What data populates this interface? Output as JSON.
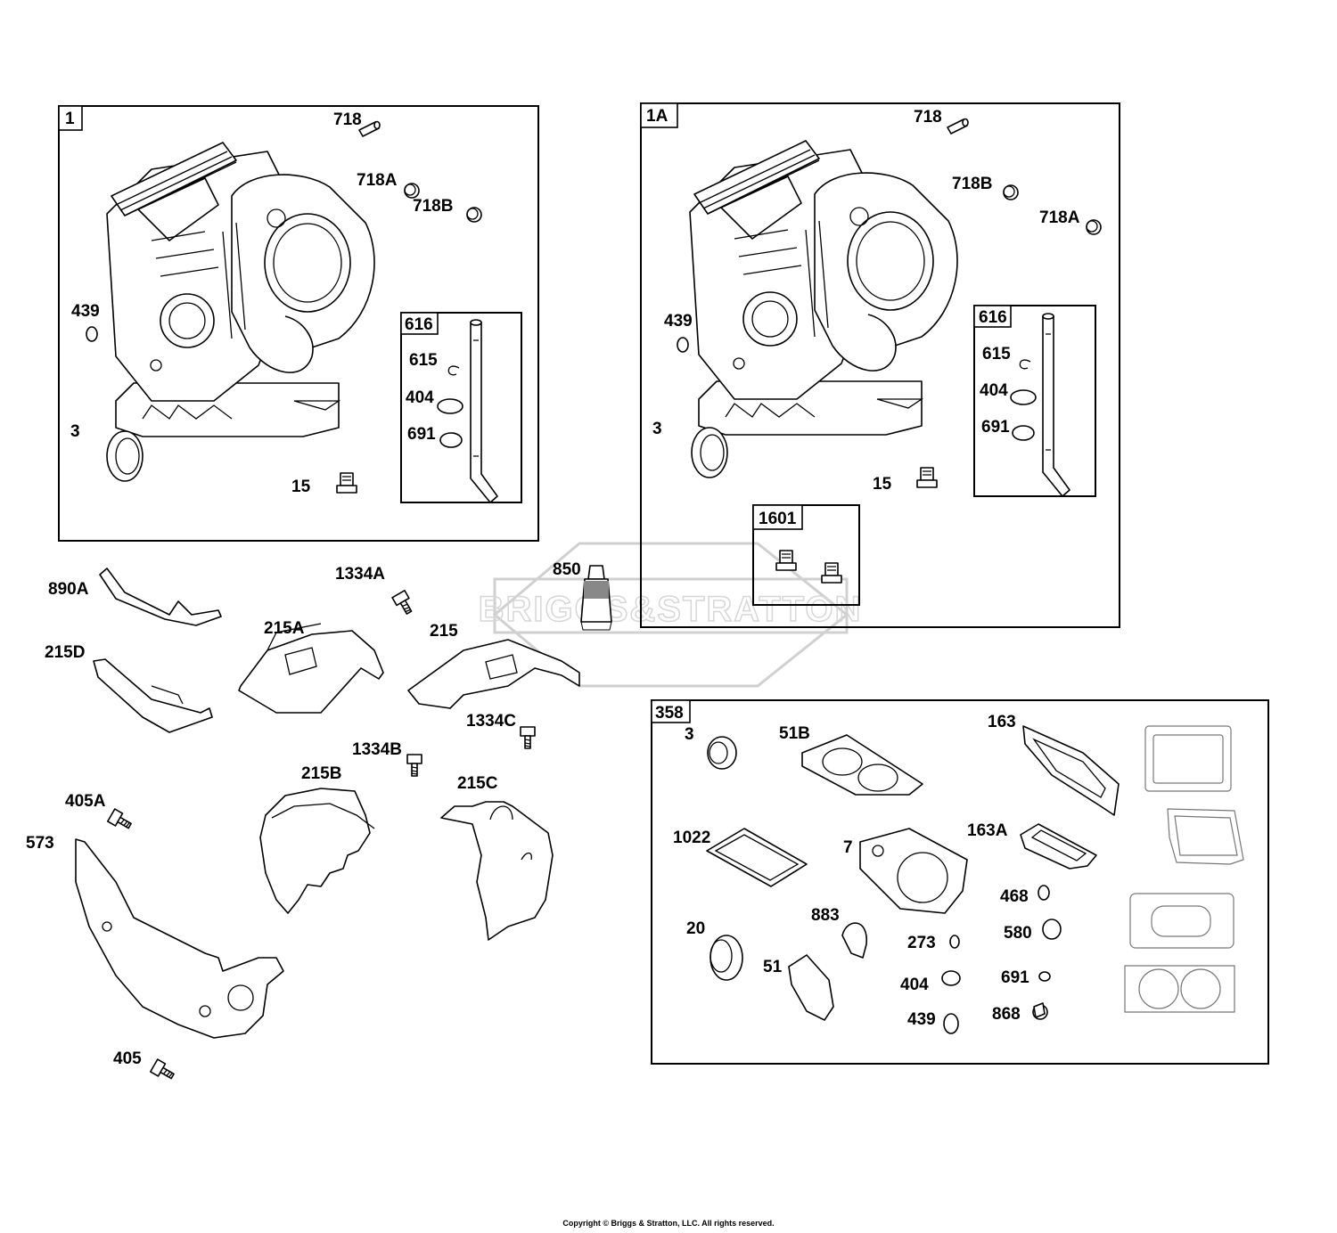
{
  "watermark": {
    "text": "BRIGGS&STRATTON"
  },
  "copyright": "Copyright © Briggs & Stratton, LLC. All rights reserved.",
  "panels": {
    "crankcase_1": {
      "tag": "1",
      "parts": {
        "p718": "718",
        "p718A": "718A",
        "p718B": "718B",
        "p439": "439",
        "p3": "3",
        "p15": "15"
      },
      "subkit": {
        "tag": "616",
        "parts": {
          "p615": "615",
          "p404": "404",
          "p691": "691"
        }
      }
    },
    "crankcase_1A": {
      "tag": "1A",
      "parts": {
        "p718": "718",
        "p718B": "718B",
        "p718A": "718A",
        "p439": "439",
        "p3": "3",
        "p15": "15"
      },
      "subkit": {
        "tag": "616",
        "parts": {
          "p615": "615",
          "p404": "404",
          "p691": "691"
        }
      },
      "subkit2": {
        "tag": "1601"
      }
    },
    "gasket_set": {
      "tag": "358",
      "parts": {
        "p3": "3",
        "p51B": "51B",
        "p163": "163",
        "p1022": "1022",
        "p7": "7",
        "p163A": "163A",
        "p468": "468",
        "p580": "580",
        "p20": "20",
        "p883": "883",
        "p273": "273",
        "p51": "51",
        "p404": "404",
        "p691": "691",
        "p439": "439",
        "p868": "868"
      }
    }
  },
  "loose_parts": {
    "p890A": "890A",
    "p1334A": "1334A",
    "p850": "850",
    "p215A": "215A",
    "p215": "215",
    "p215D": "215D",
    "p1334C": "1334C",
    "p1334B": "1334B",
    "p215B": "215B",
    "p215C": "215C",
    "p405A": "405A",
    "p573": "573",
    "p405": "405"
  }
}
